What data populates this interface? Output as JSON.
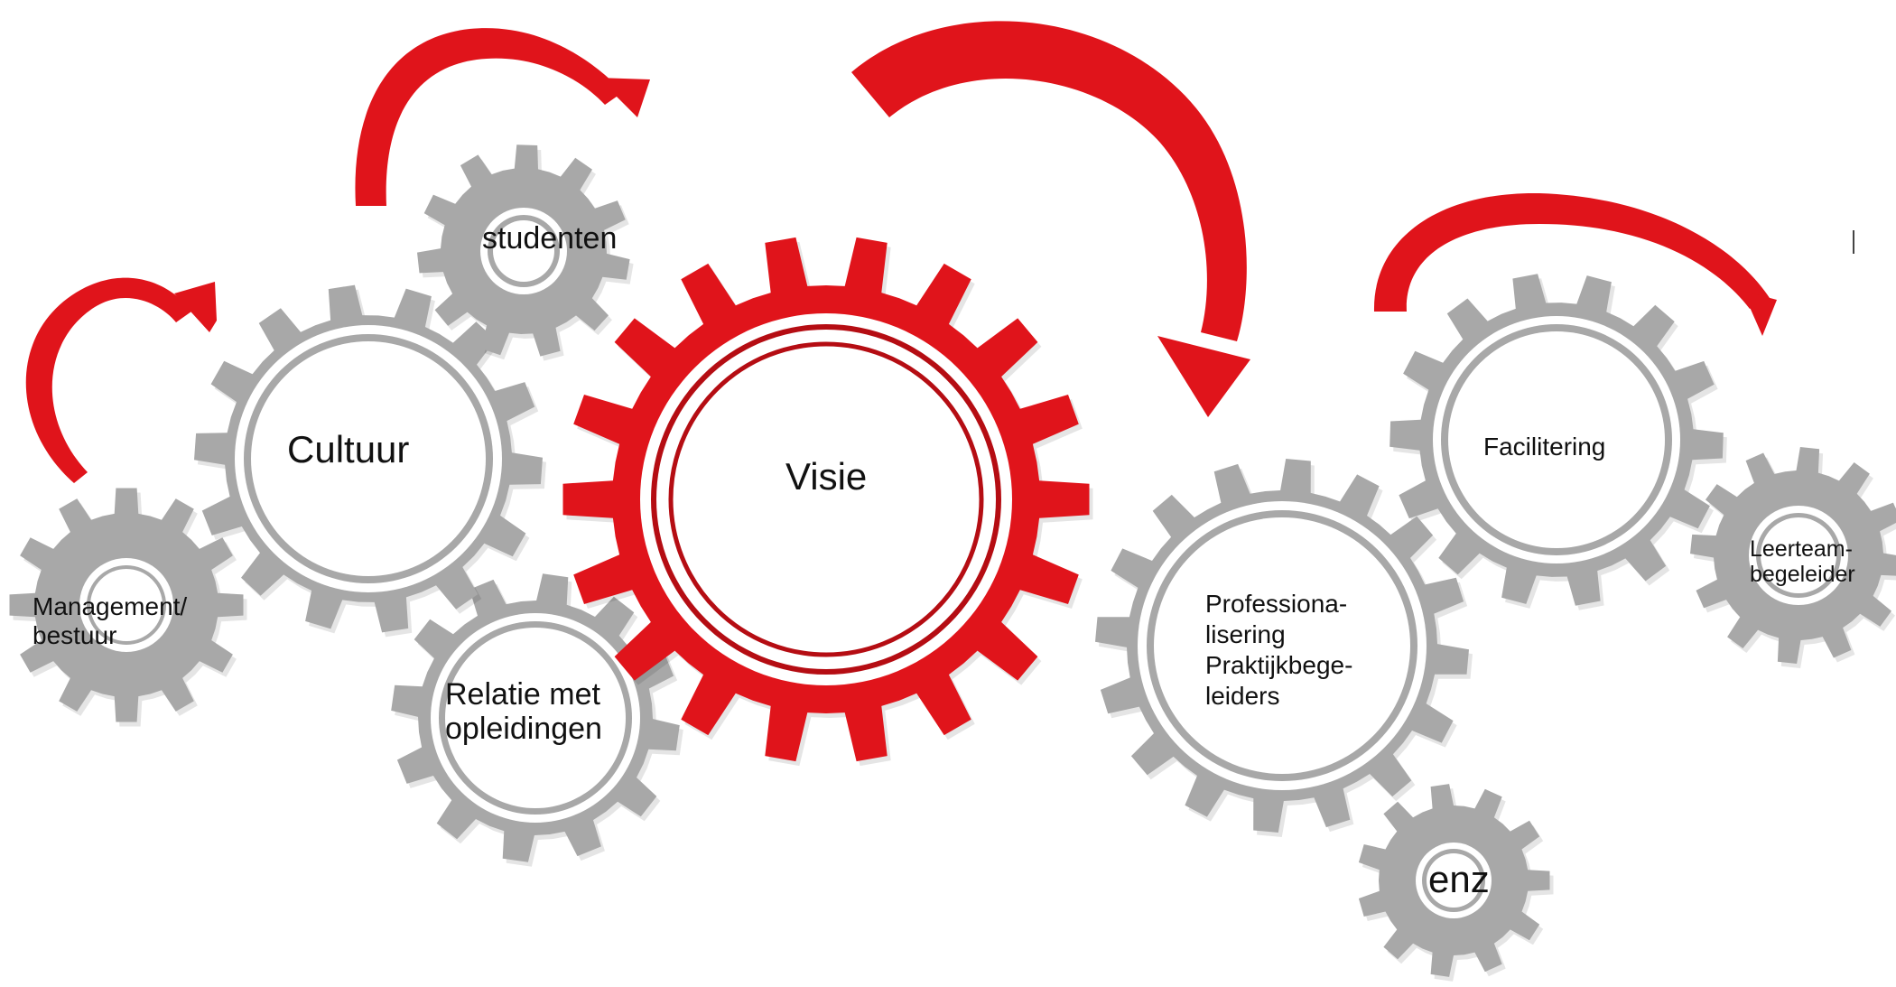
{
  "colors": {
    "red": "#e0141b",
    "red_dark": "#b50d13",
    "gray": "#a8a8a8",
    "white": "#ffffff"
  },
  "gears": {
    "visie": {
      "label": "Visie"
    },
    "cultuur": {
      "label": "Cultuur"
    },
    "studenten": {
      "label": "studenten"
    },
    "management": {
      "line1": "Management/",
      "line2": "bestuur"
    },
    "relatie": {
      "line1": "Relatie met",
      "line2": "opleidingen"
    },
    "professionalisering": {
      "line1": "Professiona-",
      "line2": "lisering",
      "line3": "Praktijkbege-",
      "line4": "leiders"
    },
    "facilitering": {
      "label": "Facilitering"
    },
    "leerteam": {
      "line1": "Leerteam-",
      "line2": "begeleider"
    },
    "enz": {
      "label": "enz"
    }
  }
}
